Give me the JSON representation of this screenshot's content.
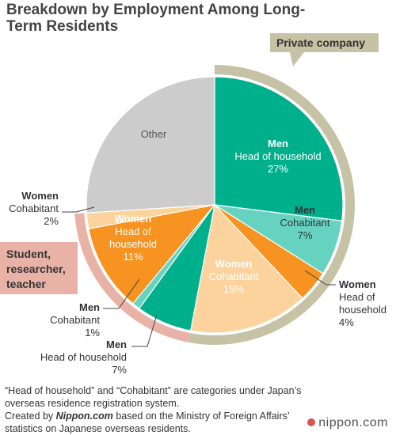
{
  "title": "Breakdown by Employment Among Long-Term Residents",
  "colors": {
    "teal": "#00b08c",
    "mint": "#66d3c1",
    "orange": "#f79321",
    "peach": "#fcd39c",
    "gray": "#cccccc",
    "private_ring": "#c5c2a5",
    "student_ring": "#e8b3a6",
    "text": "#444444"
  },
  "groups": {
    "private": "Private company",
    "student": "Student,\nresearcher,\nteacher"
  },
  "chart_data": {
    "type": "pie",
    "slices": [
      {
        "key": "men_hoh_private",
        "title": "Men",
        "label": "Head of household",
        "value": 27,
        "pct": "27%",
        "color": "#00b08c",
        "group": "private"
      },
      {
        "key": "men_coh_private",
        "title": "Men",
        "label": "Cohabitant",
        "value": 7,
        "pct": "7%",
        "color": "#66d3c1",
        "group": "private"
      },
      {
        "key": "women_hoh_private",
        "title": "Women",
        "label": "Head of\nhousehold",
        "value": 4,
        "pct": "4%",
        "color": "#f79321",
        "group": "private"
      },
      {
        "key": "women_coh_private",
        "title": "Women",
        "label": "Cohabitant",
        "value": 15,
        "pct": "15%",
        "color": "#fcd39c",
        "group": "private"
      },
      {
        "key": "men_hoh_student",
        "title": "Men",
        "label": "Head of household",
        "value": 7,
        "pct": "7%",
        "color": "#00b08c",
        "group": "student"
      },
      {
        "key": "men_coh_student",
        "title": "Men",
        "label": "Cohabitant",
        "value": 1,
        "pct": "1%",
        "color": "#66d3c1",
        "group": "student"
      },
      {
        "key": "women_hoh_student",
        "title": "Women",
        "label": "Head of\nhousehold",
        "value": 11,
        "pct": "11%",
        "color": "#f79321",
        "group": "student"
      },
      {
        "key": "women_coh_student",
        "title": "Women",
        "label": "Cohabitant",
        "value": 2,
        "pct": "2%",
        "color": "#fcd39c",
        "group": "student"
      },
      {
        "key": "other",
        "title": "",
        "label": "Other",
        "value": 26,
        "pct": "",
        "color": "#cccccc",
        "group": "other"
      }
    ]
  },
  "footer": {
    "line1": "“Head of household” and “Cohabitant” are categories under Japan’s",
    "line2": "overseas residence registration system.",
    "line3_pre": "Created by ",
    "line3_brand": "Nippon.com",
    "line3_post": " based on the Ministry of Foreign Affairs’",
    "line4": "statistics on Japanese overseas residents."
  },
  "logo": "nippon.com"
}
